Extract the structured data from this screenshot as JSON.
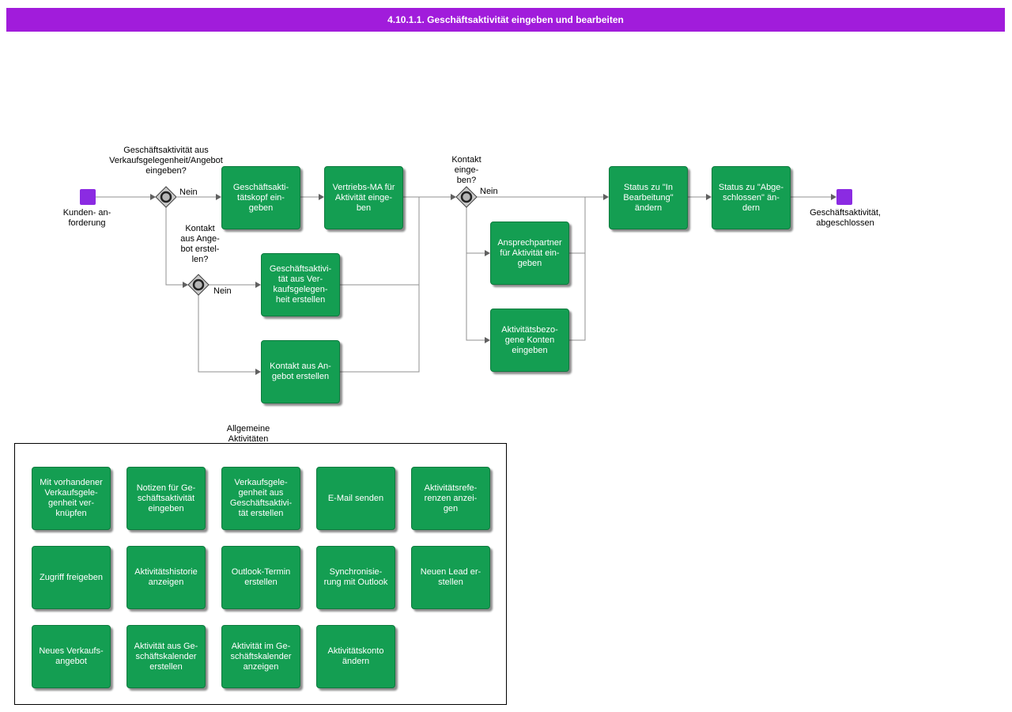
{
  "title": "4.10.1.1. Geschäftsaktivität eingeben und bearbeiten",
  "colors": {
    "title_bar": "#A11CDB",
    "task_green": "#149E52",
    "event_purple": "#8B2BE2"
  },
  "flow": {
    "start_label": "Kunden- an-\nforderung",
    "gateway1_question": "Geschäftsaktivität aus\nVerkaufsgelegenheit/Angebot\neingeben?",
    "gateway1_no": "Nein",
    "task_kopf": "Geschäftsakti-\ntätskopf ein-\ngeben",
    "task_vertriebs_ma": "Vertriebs-MA für\nAktivität einge-\nben",
    "gateway2_question": "Kontakt\naus Ange-\nbot erstel-\nlen?",
    "gateway2_no": "Nein",
    "task_aus_verkaufsgelegenheit": "Geschäftsaktivi-\ntät aus Ver-\nkaufsgelegen-\nheit erstellen",
    "task_kontakt_aus_angebot": "Kontakt aus An-\ngebot erstellen",
    "gateway3_question": "Kontakt\neinge-\nben?",
    "gateway3_no": "Nein",
    "task_ansprechpartner": "Ansprechpartner\nfür Aktivität ein-\ngeben",
    "task_konten": "Aktivitätsbezo-\ngene Konten\neingeben",
    "task_status_in_bearbeitung": "Status zu \"In\nBearbeitung\"\nändern",
    "task_status_abgeschlossen": "Status zu \"Abge-\nschlossen\" än-\ndern",
    "end_label": "Geschäftsaktivität,\nabgeschlossen"
  },
  "general": {
    "section_label": "Allgemeine\nAktivitäten",
    "items": [
      {
        "label": "Mit vorhandener\nVerkaufsgele-\ngenheit ver-\nknüpfen"
      },
      {
        "label": "Notizen für Ge-\nschäftsaktivität\neingeben"
      },
      {
        "label": "Verkaufsgele-\ngenheit aus\nGeschäftsaktivi-\ntät erstellen"
      },
      {
        "label": "E-Mail senden"
      },
      {
        "label": "Aktivitätsrefe-\nrenzen anzei-\ngen"
      },
      {
        "label": "Zugriff freigeben"
      },
      {
        "label": "Aktivitätshistorie\nanzeigen"
      },
      {
        "label": "Outlook-Termin\nerstellen"
      },
      {
        "label": "Synchronisie-\nrung mit Outlook"
      },
      {
        "label": "Neuen Lead er-\nstellen"
      },
      {
        "label": "Neues Verkaufs-\nangebot"
      },
      {
        "label": "Aktivität aus Ge-\nschäftskalender\nerstellen"
      },
      {
        "label": "Aktivität im Ge-\nschäftskalender\nanzeigen"
      },
      {
        "label": "Aktivitätskonto\nändern"
      }
    ]
  }
}
